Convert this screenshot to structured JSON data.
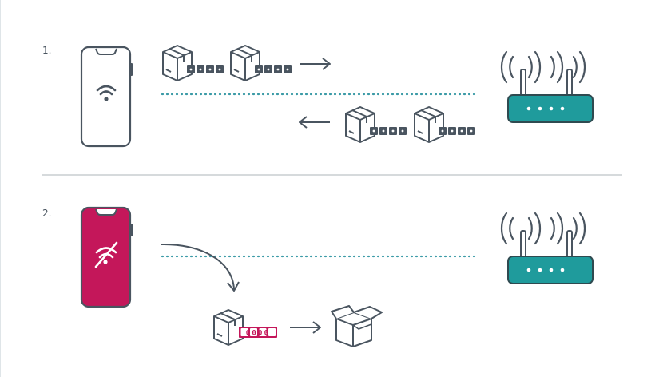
{
  "steps": [
    {
      "number": "1."
    },
    {
      "number": "2."
    }
  ],
  "packet_counter_text": "0000",
  "colors": {
    "stroke": "#4a5560",
    "router": "#1f9b9c",
    "phone_offline": "#c4175a",
    "dotted_line": "#3a9aa6",
    "divider": "#c9cdd0",
    "counter": "#c4175a",
    "packet_label": "#4a5560"
  }
}
